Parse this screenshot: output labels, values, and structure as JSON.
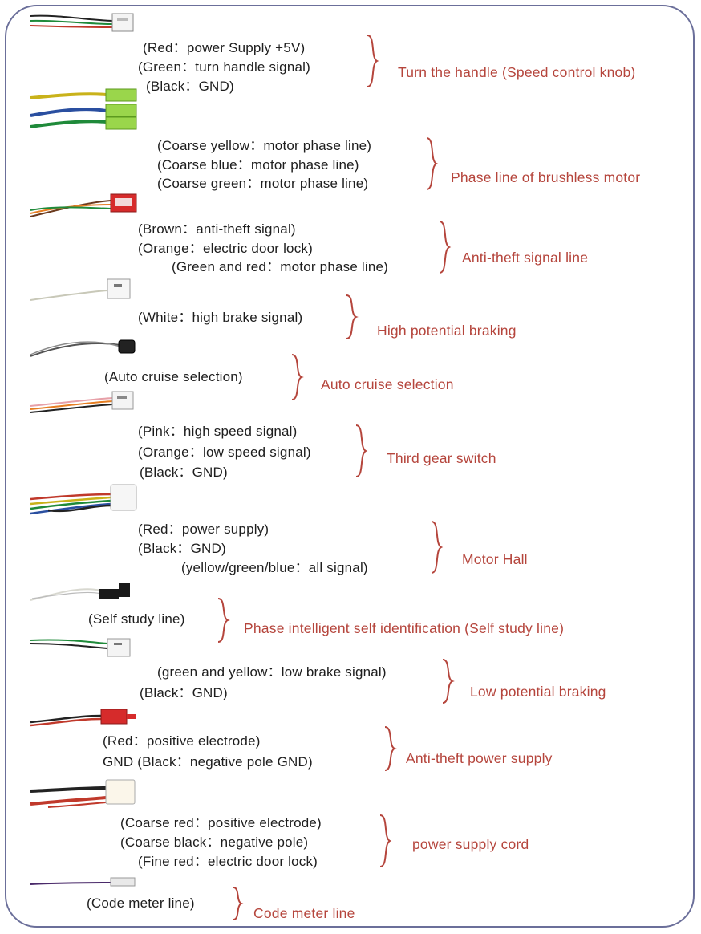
{
  "groups": [
    {
      "lines": [
        "(Red：power Supply +5V)",
        "(Green：turn handle signal)",
        "(Black：GND)"
      ],
      "title": "Turn the handle (Speed control knob)"
    },
    {
      "lines": [
        "(Coarse yellow：motor phase line)",
        "(Coarse blue：motor phase line)",
        "(Coarse green：motor phase line)"
      ],
      "title": "Phase line of brushless motor"
    },
    {
      "lines": [
        "(Brown：anti-theft signal)",
        "(Orange：electric door lock)",
        "(Green and red：motor phase line)"
      ],
      "title": "Anti-theft signal line"
    },
    {
      "lines": [
        "(White：high brake signal)"
      ],
      "title": "High potential braking"
    },
    {
      "lines": [
        "(Auto cruise selection)"
      ],
      "title": "Auto cruise selection"
    },
    {
      "lines": [
        "(Pink：high speed signal)",
        "(Orange：low speed signal)",
        "(Black：GND)"
      ],
      "title": "Third gear switch"
    },
    {
      "lines": [
        "(Red：power supply)",
        "(Black：GND)",
        "(yellow/green/blue：all signal)"
      ],
      "title": "Motor Hall"
    },
    {
      "lines": [
        "(Self study line)"
      ],
      "title": "Phase intelligent self identification (Self study line)"
    },
    {
      "lines": [
        "(green and yellow：low brake signal)",
        "(Black：GND)"
      ],
      "title": "Low potential braking"
    },
    {
      "lines": [
        "(Red：positive electrode)",
        "GND (Black：negative pole GND)"
      ],
      "title": "Anti-theft power supply"
    },
    {
      "lines": [
        "(Coarse red：positive electrode)",
        "(Coarse black：negative pole)",
        "(Fine red：electric door lock)"
      ],
      "title": "power supply cord"
    },
    {
      "lines": [
        "(Code meter line)"
      ],
      "title": "Code meter line"
    }
  ]
}
